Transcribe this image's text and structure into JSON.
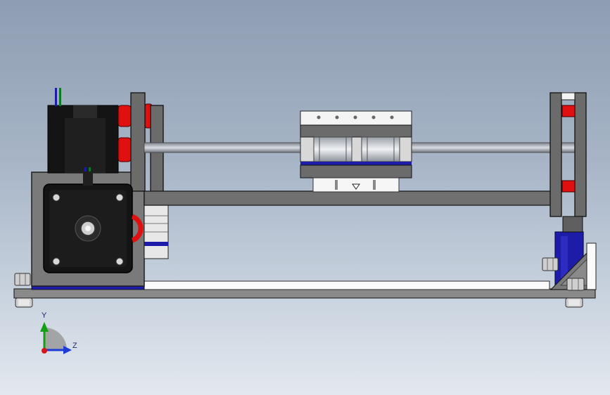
{
  "viewport": {
    "background_top": "#8e9db2",
    "background_bottom": "#e3e8ee"
  },
  "model": {
    "colors": {
      "frame_gray": "#6b6b6b",
      "dark_steel": "#3c3c3c",
      "motor_black": "#141414",
      "accent_blue": "#1c1ca8",
      "accent_red": "#e01010",
      "rod_silver": "#a8aeb8",
      "plate_white": "#fafafa"
    },
    "parts": {
      "stepper_motor_top": "stepper-motor",
      "stepper_motor_front": "stepper-motor",
      "carriage": "linear-bearing-carriage",
      "guide_rod": "smooth-rod",
      "base_plate": "base-plate"
    }
  },
  "triad": {
    "y_label": "Y",
    "z_label": "Z"
  }
}
